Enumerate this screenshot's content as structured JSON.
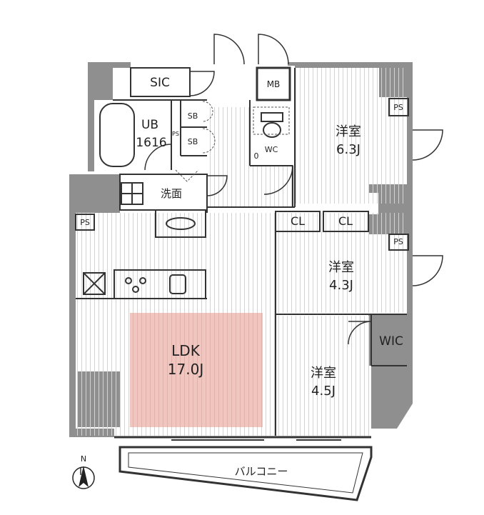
{
  "colors": {
    "wall": "#8a8a8a",
    "line": "#333333",
    "floor_hatch": "#d6d6d6",
    "ldk_highlight": "#efc7c0",
    "background": "#ffffff"
  },
  "rooms": {
    "sic": "SIC",
    "mb": "MB",
    "ub_name": "UB",
    "ub_size": "1616",
    "sb1": "SB",
    "sb2": "SB",
    "ps_vertical": "PS",
    "wc": "WC",
    "washroom": "洗面",
    "western1_name": "洋室",
    "western1_size": "6.3J",
    "western2_name": "洋室",
    "western2_size": "4.3J",
    "western3_name": "洋室",
    "western3_size": "4.5J",
    "cl_left": "CL",
    "cl_right": "CL",
    "ps_top_right": "PS",
    "ps_mid_right": "PS",
    "ps_left": "PS",
    "wic": "WIC",
    "ldk_name": "LDK",
    "ldk_size": "17.0J",
    "balcony": "バルコニー",
    "wc_zero": "0"
  },
  "compass": {
    "north_label": "N",
    "icon": "north-arrow-icon"
  }
}
